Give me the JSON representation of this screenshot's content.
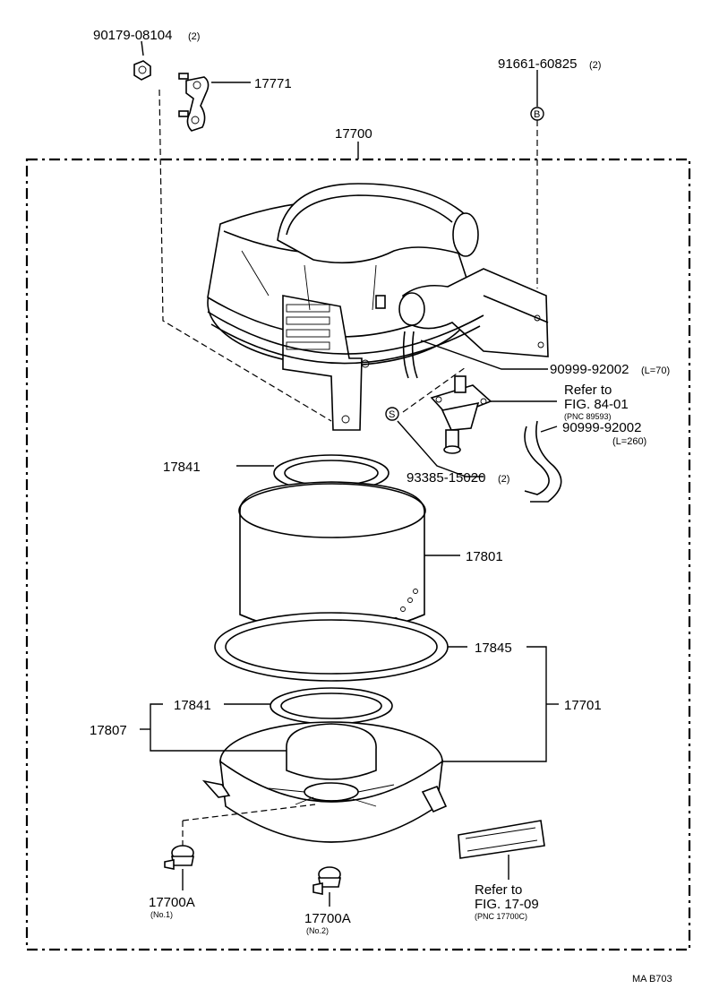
{
  "labels": {
    "p90179": "90179-08104",
    "p90179_qty": "(2)",
    "p17771": "17771",
    "p91661": "91661-60825",
    "p91661_qty": "(2)",
    "p17700": "17700",
    "p90999a": "90999-92002",
    "p90999a_len": "(L=70)",
    "refer1_a": "Refer to",
    "refer1_b": "FIG. 84-01",
    "refer1_pnc": "(PNC 89593)",
    "p90999b": "90999-92002",
    "p90999b_len": "(L=260)",
    "p17841_top": "17841",
    "p93385": "93385-15020",
    "p93385_qty": "(2)",
    "p17801": "17801",
    "p17845": "17845",
    "p17841_bot": "17841",
    "p17701": "17701",
    "p17807": "17807",
    "p17700A_1": "17700A",
    "p17700A_1_sub": "(No.1)",
    "p17700A_2": "17700A",
    "p17700A_2_sub": "(No.2)",
    "refer2_a": "Refer to",
    "refer2_b": "FIG. 17-09",
    "refer2_pnc": "(PNC 17700C)",
    "code": "MA B703",
    "mark_b": "B",
    "mark_s": "S"
  },
  "icons": [
    "nut-icon",
    "bracket-icon",
    "clip-icon",
    "air-cleaner-cap-icon",
    "filter-element-icon",
    "case-icon",
    "valve-icon",
    "hose-icon",
    "window-icon"
  ]
}
